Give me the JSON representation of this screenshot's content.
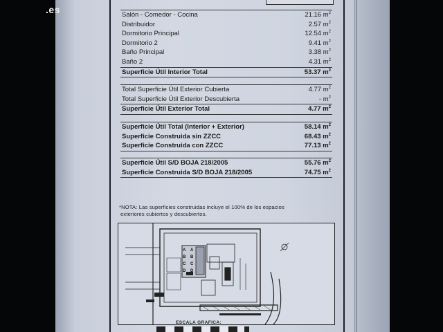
{
  "watermark": ".es",
  "rows": [
    {
      "label": "Salón - Comedor - Cocina",
      "value": "21.16",
      "unit": "m",
      "exp": "2"
    },
    {
      "label": "Distribuidor",
      "value": "2.57",
      "unit": "m",
      "exp": "2"
    },
    {
      "label": "Dormitorio Principal",
      "value": "12.54",
      "unit": "m",
      "exp": "2"
    },
    {
      "label": "Dormitorio 2",
      "value": "9.41",
      "unit": "m",
      "exp": "2"
    },
    {
      "label": "Baño Principal",
      "value": "3.38",
      "unit": "m",
      "exp": "2"
    },
    {
      "label": "Baño 2",
      "value": "4.31",
      "unit": "m",
      "exp": "2"
    },
    {
      "label": "Superficie Útil Interior Total",
      "value": "53.37",
      "unit": "m",
      "exp": "2"
    },
    {
      "label": "Total Superficie Útil Exterior Cubierta",
      "value": "4.77",
      "unit": "m",
      "exp": "2"
    },
    {
      "label": "Total Superficie Útil Exterior Descubierta",
      "value": "-",
      "unit": "m",
      "exp": "2"
    },
    {
      "label": "Superficie Útil Exterior Total",
      "value": "4.77",
      "unit": "m",
      "exp": "2"
    },
    {
      "label": "Superficie Útil Total (Interior + Exterior)",
      "value": "58.14",
      "unit": "m",
      "exp": "2"
    },
    {
      "label": "Superficie Construida sin ZZCC",
      "value": "68.43",
      "unit": "m",
      "exp": "2"
    },
    {
      "label": "Superficie Construida con ZZCC",
      "value": "77.13",
      "unit": "m",
      "exp": "2"
    },
    {
      "label": "Superficie Útil S/D BOJA 218/2005",
      "value": "55.76",
      "unit": "m",
      "exp": "2"
    },
    {
      "label": "Superficie Construida S/D BOJA 218/2005",
      "value": "74.75",
      "unit": "m",
      "exp": "2"
    }
  ],
  "note": {
    "line1": "*NOTA: Las superficies construidas incluye el 100% de los espacios",
    "line2": "exteriores cubiertos y descubiertos."
  },
  "plan": {
    "unit_letters": [
      "A",
      "B",
      "C",
      "D",
      "A",
      "B",
      "C",
      "D"
    ]
  },
  "scale_label": "ESCALA GRAFICA:"
}
